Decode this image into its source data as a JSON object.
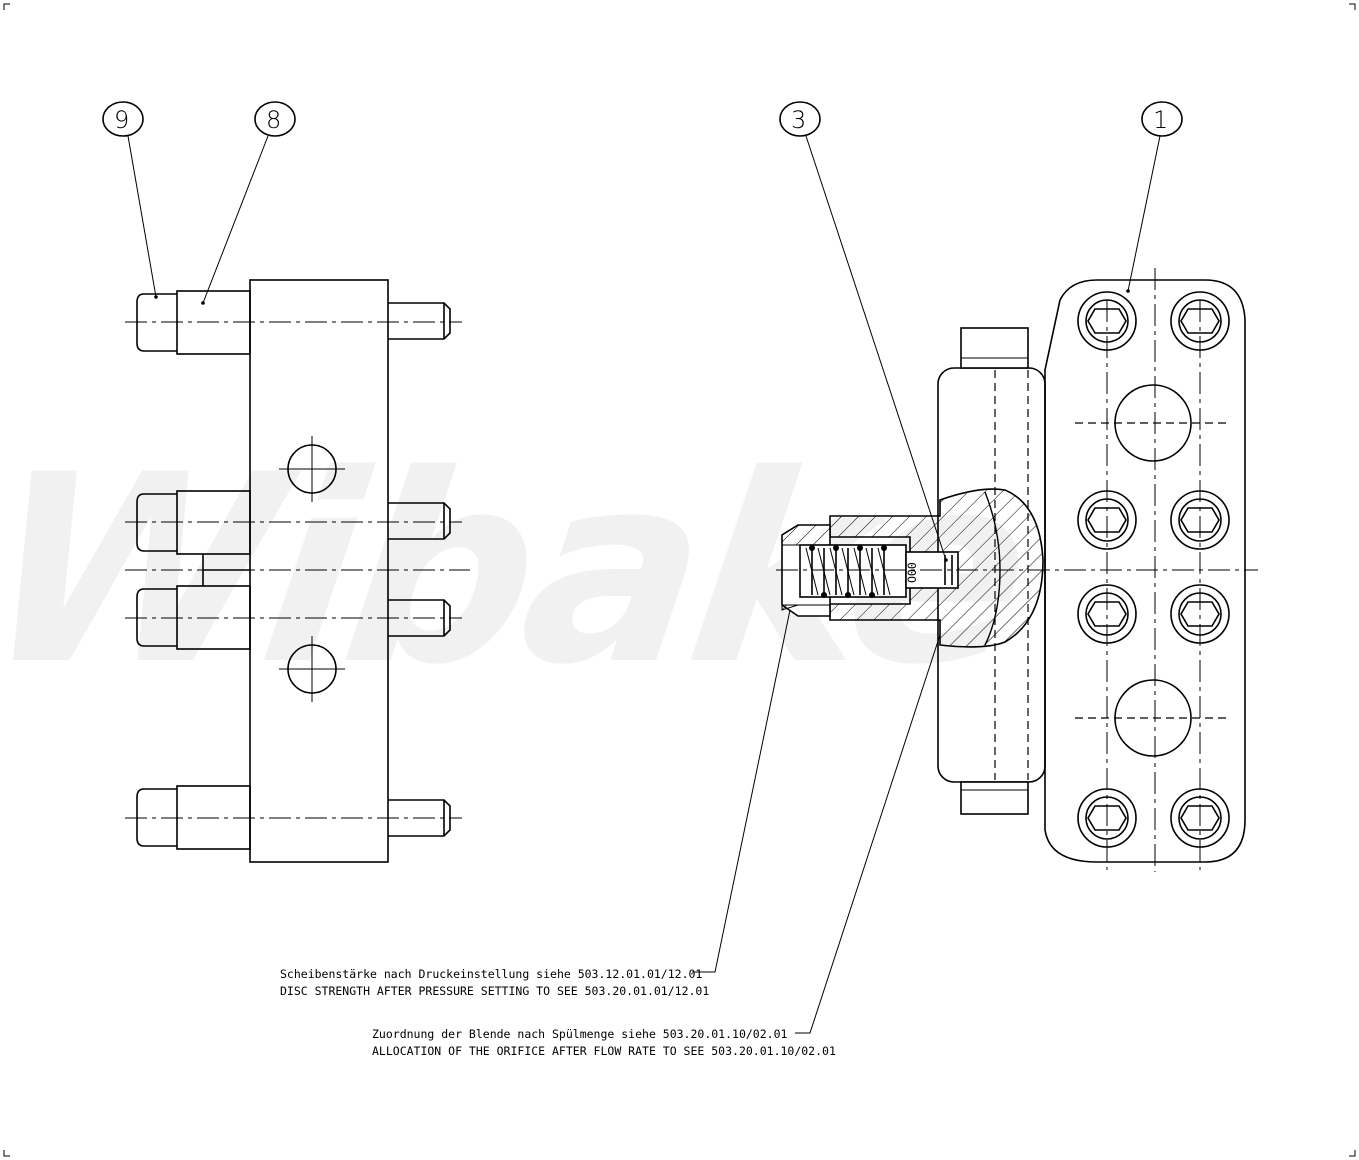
{
  "watermark": "Wibake",
  "balloons": [
    {
      "id": "balloon-9",
      "label": "9"
    },
    {
      "id": "balloon-8",
      "label": "8"
    },
    {
      "id": "balloon-3",
      "label": "3"
    },
    {
      "id": "balloon-1",
      "label": "1"
    }
  ],
  "notes": {
    "disc_de": "Scheibenstärke nach Druckeinstellung siehe 503.12.01.01/12.01",
    "disc_en": "DISC STRENGTH AFTER PRESSURE SETTING TO SEE 503.20.01.01/12.01",
    "orifice_de": "Zuordnung der Blende nach Spülmenge siehe 503.20.01.10/02.01",
    "orifice_en": "ALLOCATION OF THE ORIFICE AFTER FLOW RATE TO SEE 503.20.01.10/02.01"
  },
  "orifice_label": "O00"
}
